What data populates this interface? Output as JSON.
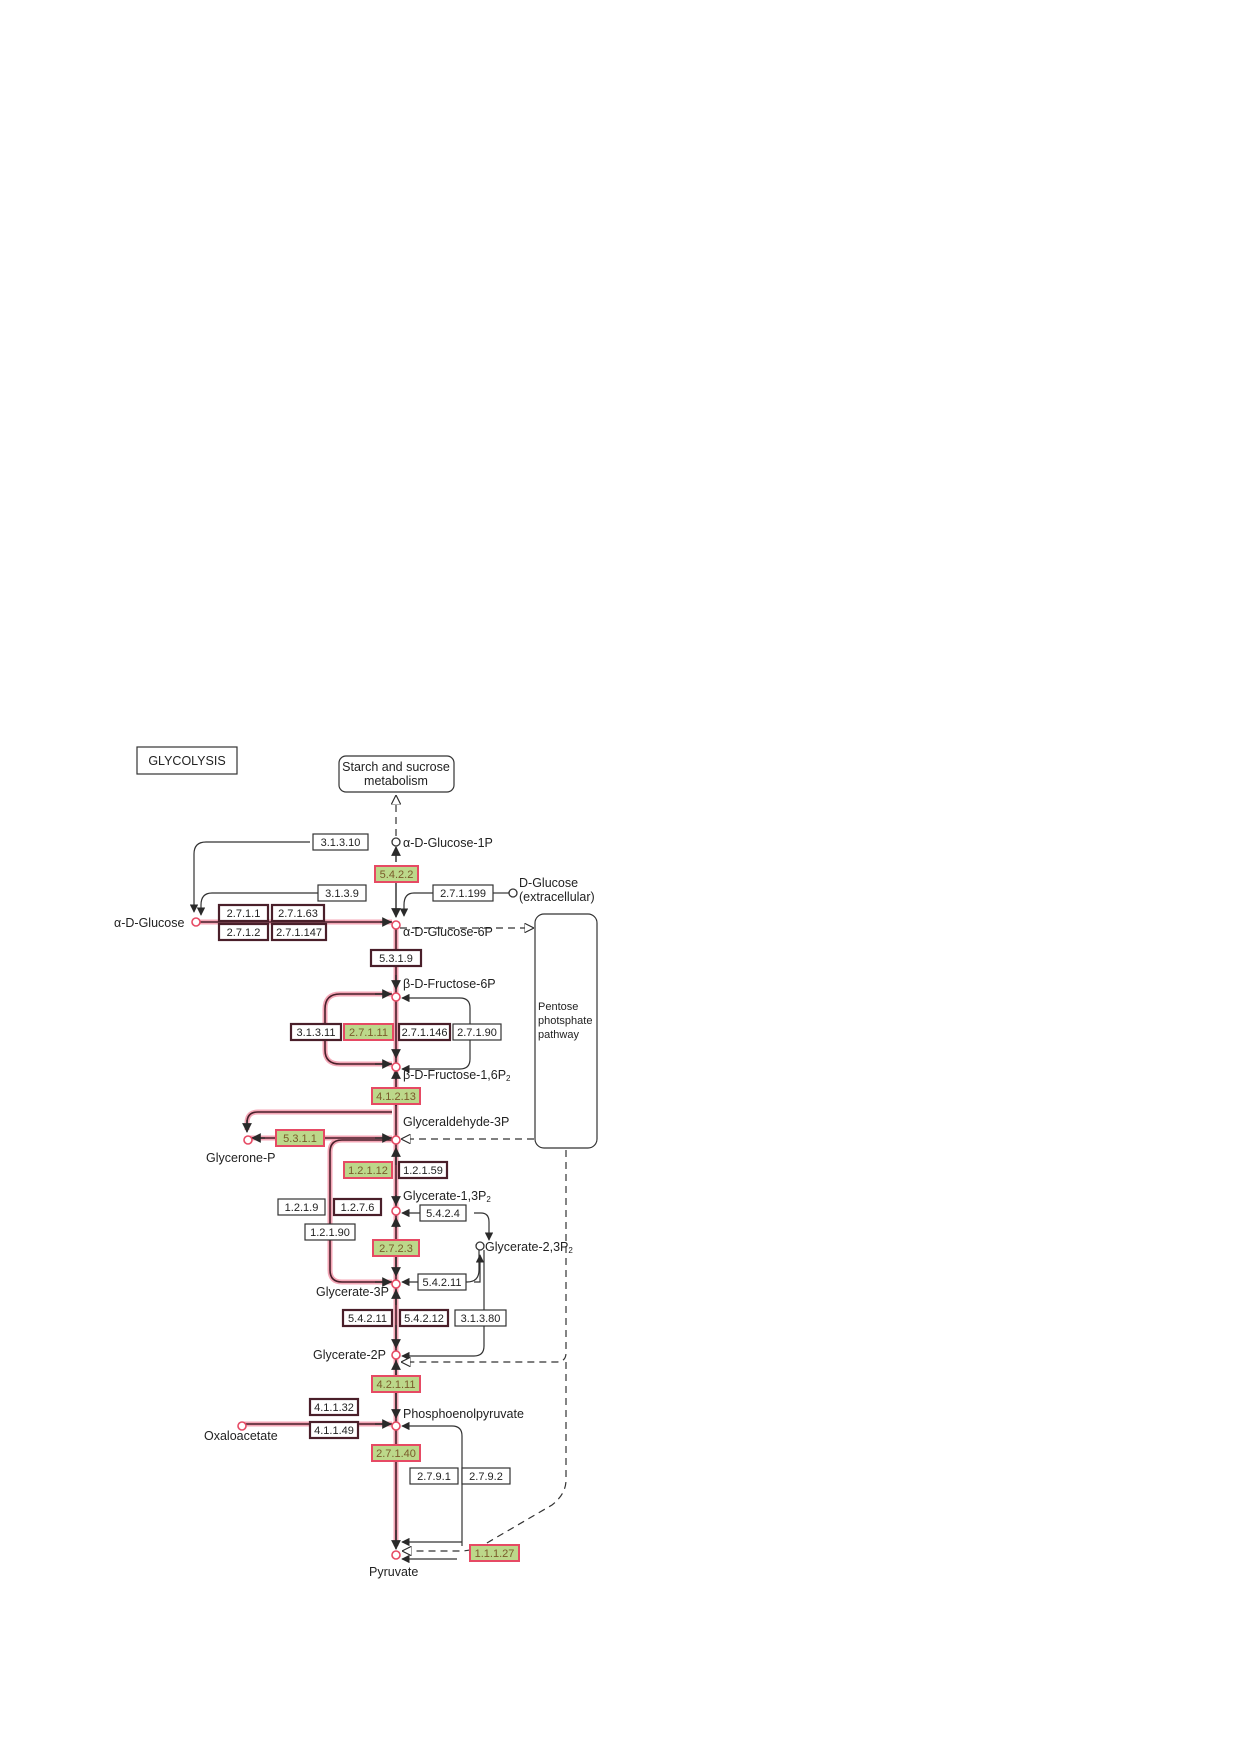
{
  "title": "GLYCOLYSIS",
  "colors": {
    "line": "#3a3a3a",
    "highlight_line": "#e8607a",
    "highlight_glow": "#f4a6b6",
    "ec_fill_highlight": "#bcd88a",
    "ec_border_highlight": "#e64a64",
    "ec_border_dark": "#4a1f2a",
    "ec_text_highlight": "#7a5a2a"
  },
  "maps": {
    "starch": [
      "Starch and sucrose",
      "metabolism"
    ],
    "pentose": [
      "Pentose",
      "photsphate",
      "pathway"
    ]
  },
  "compounds": {
    "a_d_glucose_1p": "α-D-Glucose-1P",
    "d_glucose_ext_1": "D-Glucose",
    "d_glucose_ext_2": "(extracellular)",
    "a_d_glucose": "α-D-Glucose",
    "a_d_glucose_6p": "α-D-Glucose-6P",
    "b_d_fructose_6p": "β-D-Fructose-6P",
    "b_d_fructose_16p2": "β-D-Fructose-1,6P",
    "glyceraldehyde_3p": "Glyceraldehyde-3P",
    "glycerone_p": "Glycerone-P",
    "glycerate_13p2": "Glycerate-1,3P",
    "glycerate_23p2": "Glycerate-2,3P",
    "glycerate_3p": "Glycerate-3P",
    "glycerate_2p": "Glycerate-2P",
    "phosphoenolpyruvate": "Phosphoenolpyruvate",
    "oxaloacetate": "Oxaloacetate",
    "pyruvate": "Pyruvate",
    "subscript_2": "2"
  },
  "enzymes": {
    "e3_1_3_10": "3.1.3.10",
    "e5_4_2_2": "5.4.2.2",
    "e3_1_3_9": "3.1.3.9",
    "e2_7_1_199": "2.7.1.199",
    "e2_7_1_1": "2.7.1.1",
    "e2_7_1_63": "2.7.1.63",
    "e2_7_1_2": "2.7.1.2",
    "e2_7_1_147": "2.7.1.147",
    "e5_3_1_9": "5.3.1.9",
    "e3_1_3_11": "3.1.3.11",
    "e2_7_1_11": "2.7.1.11",
    "e2_7_1_146": "2.7.1.146",
    "e2_7_1_90": "2.7.1.90",
    "e4_1_2_13": "4.1.2.13",
    "e5_3_1_1": "5.3.1.1",
    "e1_2_1_12": "1.2.1.12",
    "e1_2_1_59": "1.2.1.59",
    "e1_2_1_9": "1.2.1.9",
    "e1_2_7_6": "1.2.7.6",
    "e5_4_2_4": "5.4.2.4",
    "e1_2_1_90": "1.2.1.90",
    "e2_7_2_3": "2.7.2.3",
    "e5_4_2_11_a": "5.4.2.11",
    "e5_4_2_11_b": "5.4.2.11",
    "e5_4_2_12": "5.4.2.12",
    "e3_1_3_80": "3.1.3.80",
    "e4_2_1_11": "4.2.1.11",
    "e4_1_1_32": "4.1.1.32",
    "e4_1_1_49": "4.1.1.49",
    "e2_7_1_40": "2.7.1.40",
    "e2_7_9_1": "2.7.9.1",
    "e2_7_9_2": "2.7.9.2",
    "e1_1_1_27": "1.1.1.27"
  }
}
